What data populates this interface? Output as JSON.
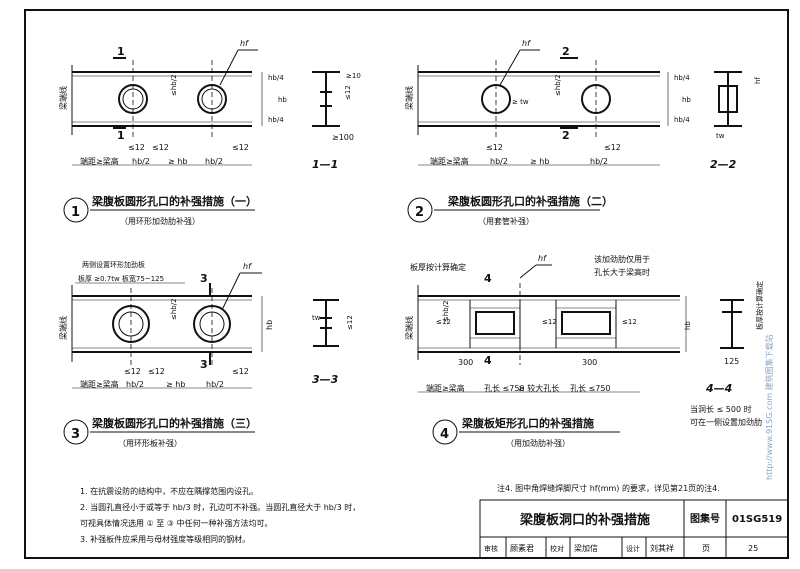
{
  "labels": {
    "beam_edge": "梁端线",
    "end_dist": "端距≥梁高",
    "le12": "≤12",
    "ge_hb": "≥ hb",
    "hb": "hb",
    "hb2": "hb/2",
    "hb4": "hb/4",
    "tw": "tw",
    "ge_tw": "≥ tw",
    "hf": "hf",
    "ge10": "≥10",
    "ge100": "≥100",
    "le_half_hb": "≤hb/2",
    "ge300": "300",
    "len_le750": "孔长 ≤750",
    "ge_hole": "≥ 较大孔长",
    "d125": "125",
    "plate_thk": "板厚按计算确定",
    "stiff_note_1": "该加劲肋仅用于",
    "stiff_note_2": "孔长大于梁高时",
    "both_sides": "两侧设置环形加劲板",
    "plate_ge": "板厚 ≥0.7tw 板宽75~125",
    "side_note_1": "当洞长 ≤ 500 时",
    "side_note_2": "可在一侧设置加劲肋",
    "marker_1": "1",
    "marker_2": "2",
    "marker_3": "3",
    "marker_4": "4"
  },
  "sections": {
    "s11": "1—1",
    "s22": "2—2",
    "s33": "3—3",
    "s44": "4—4"
  },
  "captions": [
    {
      "num": "1",
      "title": "梁腹板圆形孔口的补强措施（一）",
      "sub": "（用环形加劲肋补强）"
    },
    {
      "num": "2",
      "title": "梁腹板圆形孔口的补强措施（二）",
      "sub": "（用套管补强）"
    },
    {
      "num": "3",
      "title": "梁腹板圆形孔口的补强措施（三）",
      "sub": "（用环形板补强）"
    },
    {
      "num": "4",
      "title": "梁腹板矩形孔口的补强措施",
      "sub": "（用加劲肋补强）"
    }
  ],
  "notes": [
    "1. 在抗震设防的结构中，不应在隅撑范围内设孔。",
    "2. 当圆孔直径小于或等于 hb/3 时，孔边可不补强。当圆孔直径大于 hb/3 时，",
    "   可视具体情况选用 ① 至 ③ 中任何一种补强方法均可。",
    "3. 补强板件应采用与母材强度等级相同的钢材。"
  ],
  "note4": "注4. 图中角焊缝焊脚尺寸 hf(mm) 的要求，详见第21页的注4.",
  "title_block": {
    "title": "梁腹板洞口的补强措施",
    "atlas_label": "图集号",
    "atlas_no": "01SG519",
    "review": "审核",
    "review_name": "顾素君",
    "check": "校对",
    "check_name": "梁加信",
    "design": "设计",
    "design_name": "刘其祥",
    "page_label": "页",
    "page_no": "25"
  },
  "side_text_1": "板厚按计算确定",
  "watermark": "http://www.91SG.com 建筑图集下载站"
}
